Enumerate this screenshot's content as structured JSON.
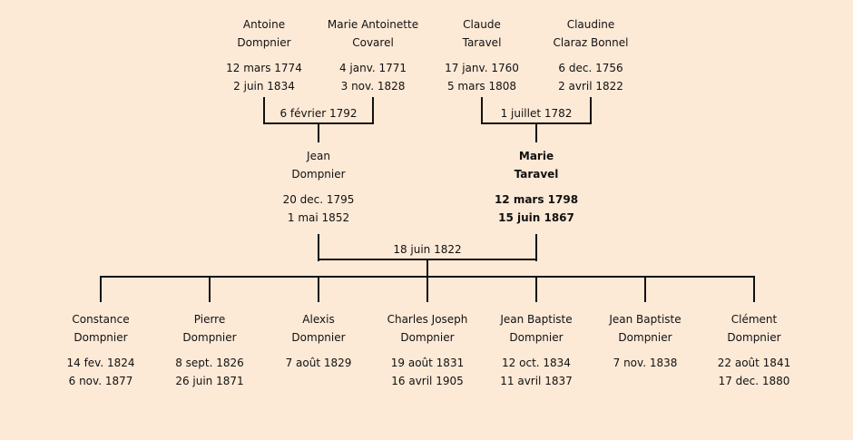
{
  "grandparents": [
    {
      "first": "Antoine",
      "last": "Dompnier",
      "birth": "12 mars 1774",
      "death": "2 juin 1834"
    },
    {
      "first": "Marie Antoinette",
      "last": "Covarel",
      "birth": "4 janv. 1771",
      "death": "3 nov. 1828"
    },
    {
      "first": "Claude",
      "last": "Taravel",
      "birth": "17 janv. 1760",
      "death": "5 mars 1808"
    },
    {
      "first": "Claudine",
      "last": "Claraz Bonnel",
      "birth": "6 dec. 1756",
      "death": "2 avril 1822"
    }
  ],
  "grandparent_marriages": [
    "6 février 1792",
    "1 juillet 1782"
  ],
  "parents": [
    {
      "first": "Jean",
      "last": "Dompnier",
      "birth": "20 dec. 1795",
      "death": "1 mai 1852"
    },
    {
      "first": "Marie",
      "last": "Taravel",
      "birth": "12 mars 1798",
      "death": "15 juin 1867",
      "highlighted": true
    }
  ],
  "parents_marriage": "18 juin 1822",
  "children": [
    {
      "first": "Constance",
      "last": "Dompnier",
      "birth": "14 fev. 1824",
      "death": "6 nov. 1877"
    },
    {
      "first": "Pierre",
      "last": "Dompnier",
      "birth": "8 sept. 1826",
      "death": "26 juin 1871"
    },
    {
      "first": "Alexis",
      "last": "Dompnier",
      "birth": "7 août 1829",
      "death": ""
    },
    {
      "first": "Charles Joseph",
      "last": "Dompnier",
      "birth": "19 août 1831",
      "death": "16 avril 1905"
    },
    {
      "first": "Jean Baptiste",
      "last": "Dompnier",
      "birth": "12 oct. 1834",
      "death": "11 avril 1837"
    },
    {
      "first": "Jean Baptiste",
      "last": "Dompnier",
      "birth": "7 nov. 1838",
      "death": ""
    },
    {
      "first": "Clément",
      "last": "Dompnier",
      "birth": "22 août 1841",
      "death": "17 dec. 1880"
    }
  ]
}
